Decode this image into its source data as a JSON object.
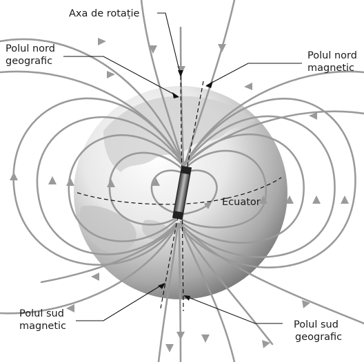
{
  "labels": {
    "rotation_axis": "Axa de rotație",
    "geo_north_l1": "Polul nord",
    "geo_north_l2": "geografic",
    "mag_north_l1": "Polul nord",
    "mag_north_l2": "magnetic",
    "equator": "Ecuator",
    "mag_south_l1": "Polul sud",
    "mag_south_l2": "magnetic",
    "geo_south_l1": "Polul sud",
    "geo_south_l2": "geografic"
  },
  "colors": {
    "field_lines": "#9a9a9a",
    "globe_light": "#f4f4f4",
    "globe_dark": "#6e6e6e",
    "land": "#c8c8c8",
    "magnet": "#555555"
  }
}
